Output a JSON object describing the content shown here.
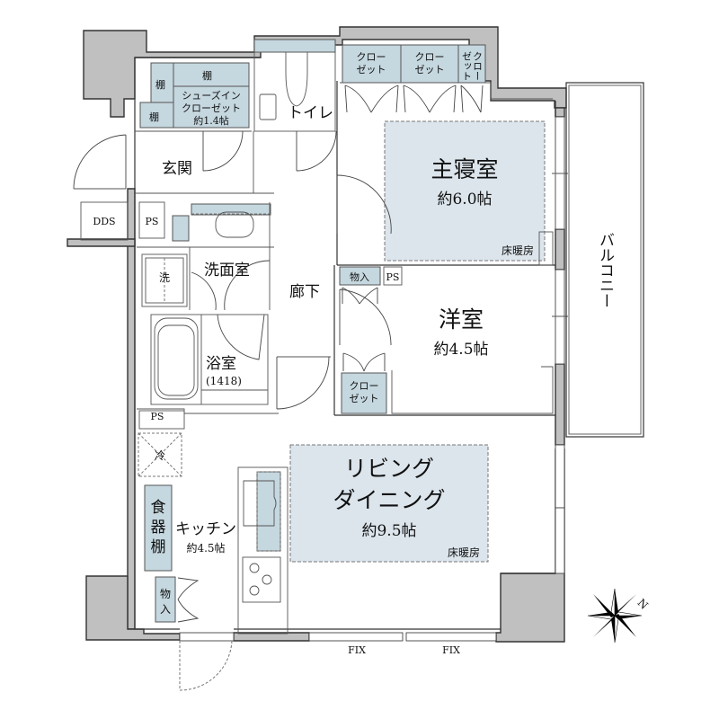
{
  "plan": {
    "rooms": {
      "master_bedroom": {
        "name": "主寝室",
        "size": "約6.0帖",
        "note": "床暖房"
      },
      "western_room": {
        "name": "洋室",
        "size": "約4.5帖"
      },
      "living_dining": {
        "name_line1": "リビング",
        "name_line2": "ダイニング",
        "size": "約9.5帖",
        "note": "床暖房"
      },
      "kitchen": {
        "name": "キッチン",
        "size": "約4.5帖"
      },
      "entrance": {
        "name": "玄関"
      },
      "hallway": {
        "name": "廊下"
      },
      "washroom": {
        "name": "洗面室"
      },
      "bathroom": {
        "name": "浴室",
        "size": "(1418)"
      },
      "toilet": {
        "name": "トイレ"
      },
      "balcony": {
        "name": "バルコニー"
      }
    },
    "storage": {
      "shoe_closet": {
        "line1": "シューズイン",
        "line2": "クローゼット",
        "size": "約1.4帖"
      },
      "shelf": "棚",
      "closet_line1": "クロー",
      "closet_line2": "ゼット",
      "closet_narrow_col1": "クロー",
      "closet_narrow_col2": "ゼット",
      "storage_room": "物入",
      "storage_v1": "物",
      "storage_v2": "入",
      "dish_cabinet": [
        "食",
        "器",
        "棚"
      ],
      "fridge": "冷",
      "washer": "洗"
    },
    "labels": {
      "ps": "PS",
      "dds": "DDS",
      "fix": "FIX",
      "north": "N"
    }
  }
}
